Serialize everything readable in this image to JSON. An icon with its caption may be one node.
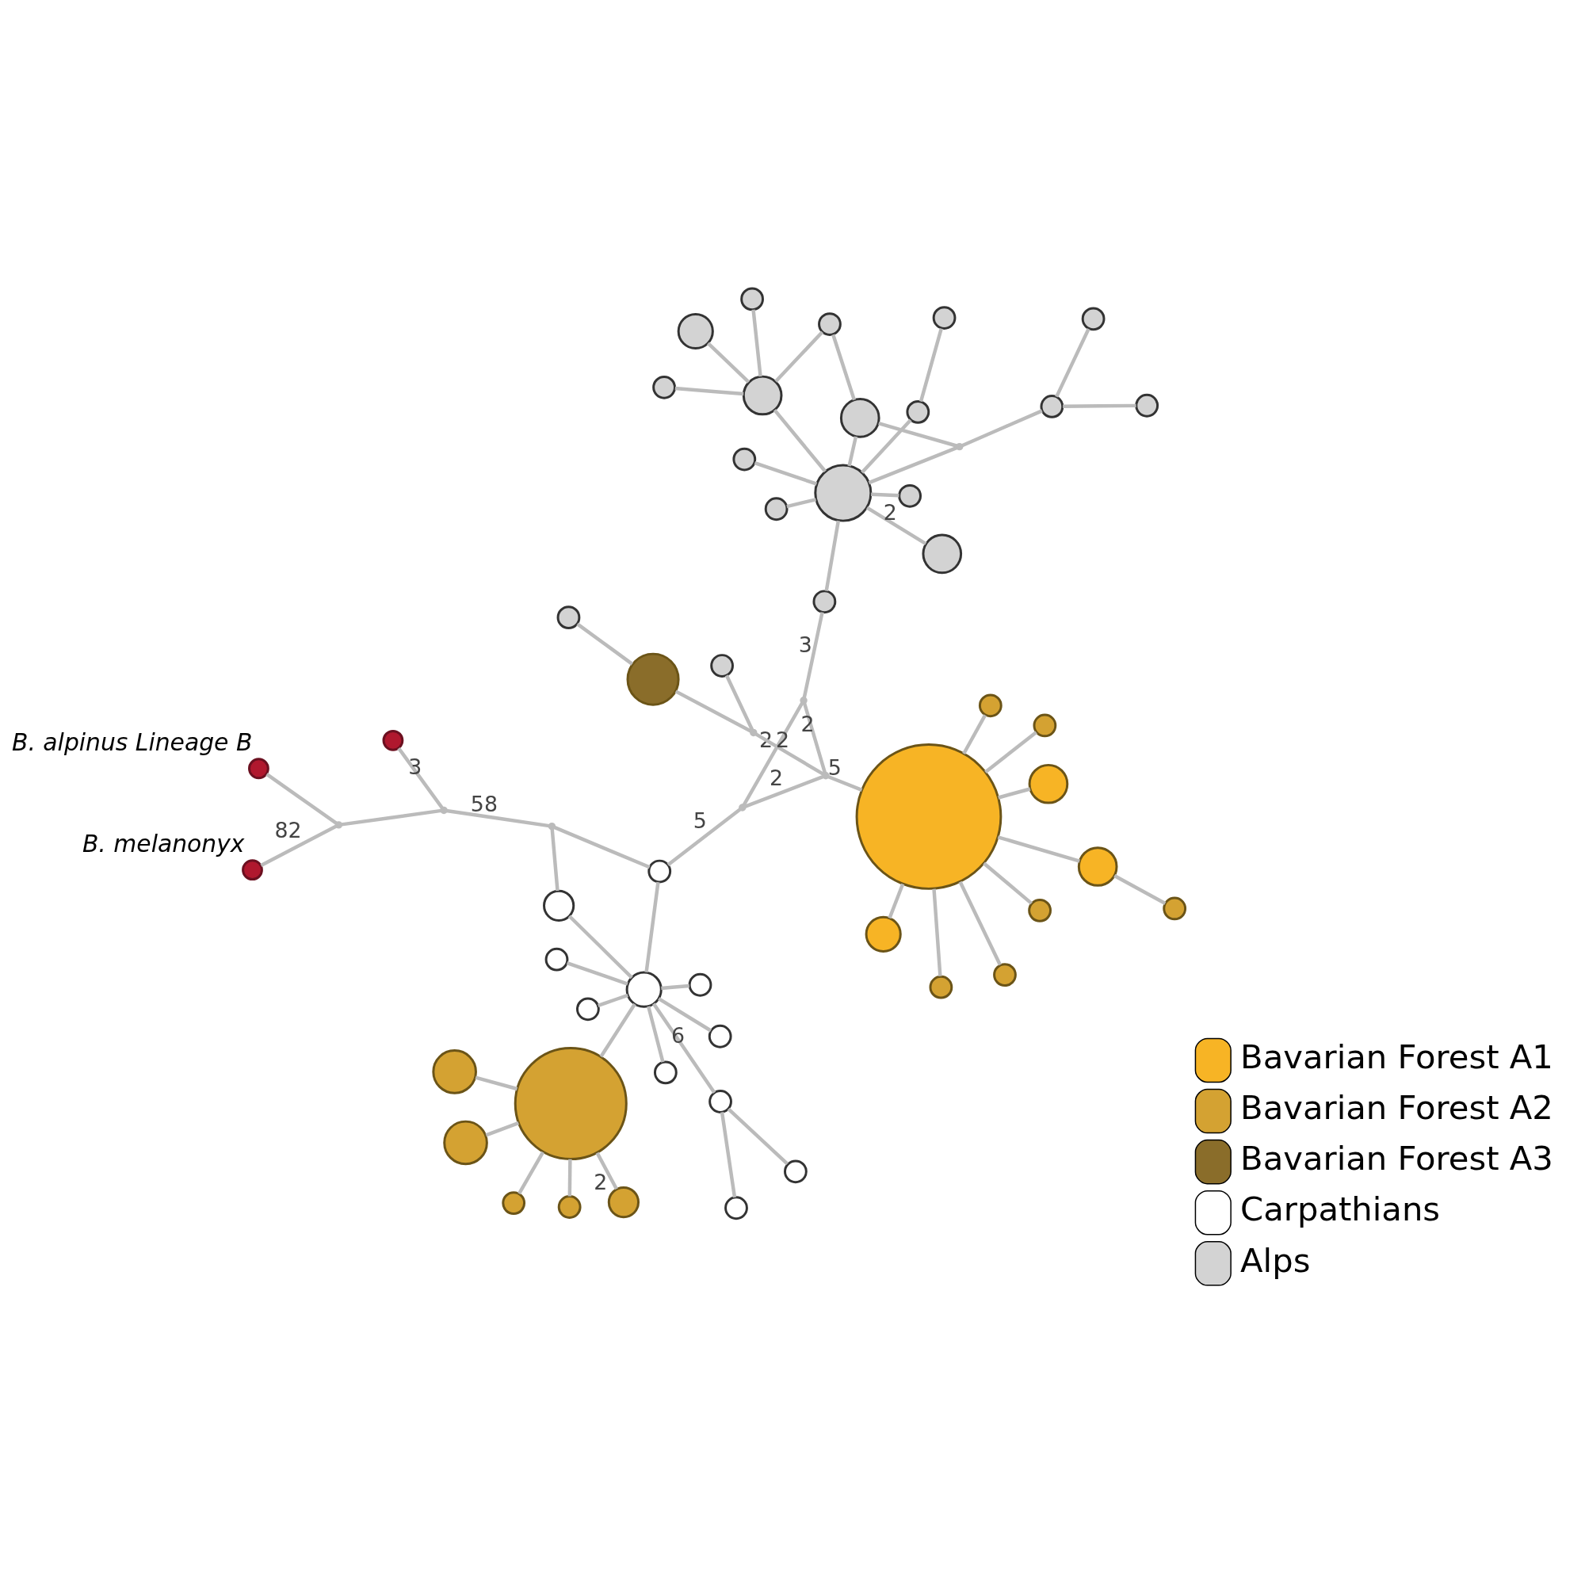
{
  "diagram": {
    "nodes": [
      {
        "text": [],
        "shape": "circle"
      },
      {
        "text": [],
        "shape": "circle"
      },
      {
        "text": [],
        "shape": "circle"
      },
      {
        "text": [],
        "shape": "circle"
      },
      {
        "text": [],
        "shape": "circle"
      },
      {
        "text": [],
        "shape": "circle"
      },
      {
        "text": [],
        "shape": "circle"
      },
      {
        "text": [],
        "shape": "circle"
      },
      {
        "text": [],
        "shape": "circle"
      },
      {
        "text": [],
        "shape": "circle"
      },
      {
        "text": [],
        "shape": "circle"
      },
      {
        "text": [],
        "shape": "circle"
      },
      {
        "text": [],
        "shape": "circle"
      },
      {
        "text": [],
        "shape": "circle"
      },
      {
        "text": [],
        "shape": "circle"
      },
      {
        "text": [],
        "shape": "circle"
      },
      {
        "text": [],
        "shape": "circle"
      },
      {
        "text": [],
        "shape": "point"
      },
      {
        "text": [],
        "shape": "point"
      },
      {
        "text": [],
        "shape": "point"
      },
      {
        "text": [],
        "shape": "circle",
        "beside": [
          "B. melanonyx"
        ]
      },
      {
        "text": [],
        "shape": "circle",
        "beside": [
          "B. alpinus Lineage B"
        ]
      },
      {
        "text": [],
        "shape": "circle"
      },
      {
        "text": [],
        "shape": "point"
      },
      {
        "text": [],
        "shape": "point"
      },
      {
        "text": [],
        "shape": "point"
      },
      {
        "text": [],
        "shape": "circle"
      },
      {
        "text": [],
        "shape": "circle"
      },
      {
        "text": [],
        "shape": "circle"
      },
      {
        "text": [],
        "shape": "circle"
      },
      {
        "text": [],
        "shape": "circle"
      },
      {
        "text": [],
        "shape": "circle"
      },
      {
        "text": [],
        "shape": "circle"
      },
      {
        "text": [],
        "shape": "circle"
      },
      {
        "text": [],
        "shape": "circle"
      },
      {
        "text": [],
        "shape": "circle"
      },
      {
        "text": [],
        "shape": "point"
      },
      {
        "text": [],
        "shape": "circle"
      },
      {
        "text": [],
        "shape": "circle"
      },
      {
        "text": [],
        "shape": "circle"
      },
      {
        "text": [],
        "shape": "circle"
      },
      {
        "text": [],
        "shape": "circle"
      },
      {
        "text": [],
        "shape": "circle"
      },
      {
        "text": [],
        "shape": "circle"
      },
      {
        "text": [],
        "shape": "circle"
      },
      {
        "text": [],
        "shape": "circle"
      },
      {
        "text": [],
        "shape": "circle"
      },
      {
        "text": [],
        "shape": "circle"
      },
      {
        "text": [],
        "shape": "point"
      },
      {
        "text": [],
        "shape": "circle"
      },
      {
        "text": [],
        "shape": "circle"
      },
      {
        "text": [],
        "shape": "circle"
      },
      {
        "text": [],
        "shape": "circle"
      },
      {
        "text": [],
        "shape": "circle"
      },
      {
        "text": [],
        "shape": "circle"
      },
      {
        "text": [],
        "shape": "circle"
      },
      {
        "text": [],
        "shape": "circle"
      },
      {
        "text": [],
        "shape": "circle"
      }
    ],
    "edges": [
      {
        "from": 0,
        "to": 1,
        "arrow": "none",
        "label": "2"
      },
      {
        "from": 0,
        "to": 2,
        "arrow": "none"
      },
      {
        "from": 0,
        "to": 3,
        "arrow": "none"
      },
      {
        "from": 0,
        "to": 4,
        "arrow": "none"
      },
      {
        "from": 0,
        "to": 5,
        "arrow": "none"
      },
      {
        "from": 0,
        "to": 6,
        "arrow": "none"
      },
      {
        "from": 6,
        "to": 7,
        "arrow": "none"
      },
      {
        "from": 6,
        "to": 8,
        "arrow": "none"
      },
      {
        "from": 6,
        "to": 9,
        "arrow": "none"
      },
      {
        "from": 6,
        "to": 10,
        "arrow": "none"
      },
      {
        "from": 6,
        "to": 11,
        "arrow": "none"
      },
      {
        "from": 6,
        "to": 12,
        "arrow": "none"
      },
      {
        "from": 6,
        "to": 13,
        "arrow": "none",
        "label": "6"
      },
      {
        "from": 13,
        "to": 14,
        "arrow": "none"
      },
      {
        "from": 13,
        "to": 15,
        "arrow": "none"
      },
      {
        "from": 6,
        "to": 16,
        "arrow": "none"
      },
      {
        "from": 16,
        "to": 17,
        "arrow": "none"
      },
      {
        "from": 11,
        "to": 17,
        "arrow": "none"
      },
      {
        "from": 17,
        "to": 18,
        "arrow": "none",
        "label": "58"
      },
      {
        "from": 18,
        "to": 19,
        "arrow": "none"
      },
      {
        "from": 19,
        "to": 20,
        "arrow": "none",
        "label": "82"
      },
      {
        "from": 19,
        "to": 21,
        "arrow": "none"
      },
      {
        "from": 18,
        "to": 22,
        "arrow": "none",
        "label": "3"
      },
      {
        "from": 16,
        "to": 23,
        "arrow": "none",
        "label": "5"
      },
      {
        "from": 23,
        "to": 24,
        "arrow": "none",
        "label": "2"
      },
      {
        "from": 23,
        "to": 25,
        "arrow": "none",
        "label": "2"
      },
      {
        "from": 26,
        "to": 24,
        "arrow": "none",
        "label": "5"
      },
      {
        "from": 24,
        "to": 25,
        "arrow": "none",
        "label": "2"
      },
      {
        "from": 25,
        "to": 40,
        "arrow": "none",
        "label": "3"
      },
      {
        "from": 26,
        "to": 27,
        "arrow": "none"
      },
      {
        "from": 26,
        "to": 28,
        "arrow": "none"
      },
      {
        "from": 26,
        "to": 29,
        "arrow": "none"
      },
      {
        "from": 26,
        "to": 30,
        "arrow": "none"
      },
      {
        "from": 26,
        "to": 31,
        "arrow": "none"
      },
      {
        "from": 26,
        "to": 32,
        "arrow": "none"
      },
      {
        "from": 26,
        "to": 33,
        "arrow": "none"
      },
      {
        "from": 26,
        "to": 34,
        "arrow": "none"
      },
      {
        "from": 34,
        "to": 35,
        "arrow": "none"
      },
      {
        "from": 24,
        "to": 36,
        "arrow": "none",
        "label": "2"
      },
      {
        "from": 36,
        "to": 37,
        "arrow": "none"
      },
      {
        "from": 36,
        "to": 38,
        "arrow": "none"
      },
      {
        "from": 38,
        "to": 39,
        "arrow": "none"
      },
      {
        "from": 40,
        "to": 41,
        "arrow": "none"
      },
      {
        "from": 41,
        "to": 42,
        "arrow": "none"
      },
      {
        "from": 42,
        "to": 43,
        "arrow": "none"
      },
      {
        "from": 41,
        "to": 44,
        "arrow": "none"
      },
      {
        "from": 41,
        "to": 45,
        "arrow": "none"
      },
      {
        "from": 41,
        "to": 46,
        "arrow": "none",
        "label": "2"
      },
      {
        "from": 41,
        "to": 47,
        "arrow": "none"
      },
      {
        "from": 41,
        "to": 48,
        "arrow": "none"
      },
      {
        "from": 48,
        "to": 49,
        "arrow": "none"
      },
      {
        "from": 49,
        "to": 50,
        "arrow": "none"
      },
      {
        "from": 49,
        "to": 51,
        "arrow": "none"
      },
      {
        "from": 48,
        "to": 52,
        "arrow": "none"
      },
      {
        "from": 41,
        "to": 52,
        "arrow": "none"
      },
      {
        "from": 41,
        "to": 53,
        "arrow": "none"
      },
      {
        "from": 53,
        "to": 54,
        "arrow": "none"
      },
      {
        "from": 52,
        "to": 54,
        "arrow": "none"
      },
      {
        "from": 53,
        "to": 55,
        "arrow": "none"
      },
      {
        "from": 53,
        "to": 56,
        "arrow": "none"
      },
      {
        "from": 53,
        "to": 57,
        "arrow": "none"
      }
    ],
    "legend": [
      {
        "text": "Bavarian Forest A1",
        "color": "#f7b425"
      },
      {
        "text": "Bavarian Forest A2",
        "color": "#d4a232"
      },
      {
        "text": "Bavarian Forest A3",
        "color": "#8a6d2a"
      },
      {
        "text": "Carpathians",
        "color": "#ffffff"
      },
      {
        "text": "Alps",
        "color": "#d3d3d3"
      }
    ]
  }
}
